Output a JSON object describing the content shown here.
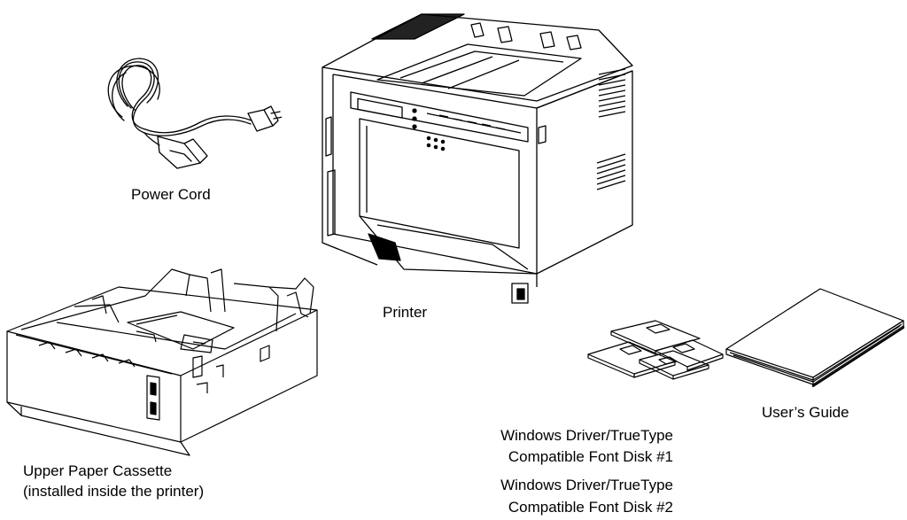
{
  "items": {
    "power_cord": "Power Cord",
    "printer": "Printer",
    "users_guide": "User’s Guide",
    "cassette_line1": "Upper Paper Cassette",
    "cassette_line2": "(installed inside the printer)",
    "disk_line1": "Windows Driver/TrueType",
    "disk_line2": "Compatible Font Disk #1",
    "disk_line3": "Windows Driver/TrueType",
    "disk_line4": "Compatible Font Disk #2"
  }
}
